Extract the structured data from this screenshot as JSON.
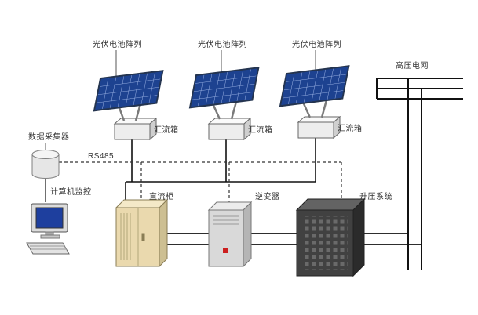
{
  "diagram": {
    "pv_arrays": [
      {
        "label": "光伏电池阵列"
      },
      {
        "label": "光伏电池阵列"
      },
      {
        "label": "光伏电池阵列"
      }
    ],
    "combiner_boxes": [
      {
        "label": "汇流箱"
      },
      {
        "label": "汇流箱"
      },
      {
        "label": "汇流箱"
      }
    ],
    "data_collector": {
      "label": "数据采集器"
    },
    "bus": {
      "label": "RS485"
    },
    "computer": {
      "label": "计算机监控"
    },
    "dc_cabinet": {
      "label": "直流柜"
    },
    "inverter": {
      "label": "逆变器"
    },
    "boost_system": {
      "label": "升压系统"
    },
    "grid": {
      "label": "高压电网"
    },
    "colors": {
      "panel_blue": "#1d4290",
      "cabinet_beige": "#ead9ae",
      "inverter_gray": "#d9d9d9",
      "boost_dark": "#414141",
      "line_black": "#111111",
      "indicator_red": "#cc1f1f"
    }
  }
}
